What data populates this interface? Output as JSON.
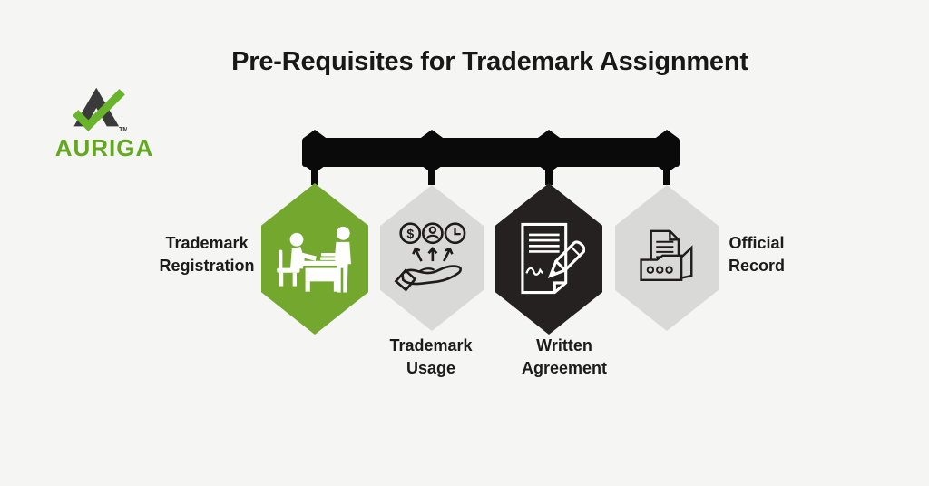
{
  "page": {
    "background": "#f5f5f3"
  },
  "header": {
    "title": "Pre-Requisites for Trademark Assignment",
    "color": "#181818"
  },
  "logo": {
    "brand": "AURIGA",
    "tm": "TM",
    "text_color": "#63a820",
    "mark_color": "#3b3a3a",
    "check_color": "#68b42a"
  },
  "timeline": {
    "color": "#0a0a0a",
    "connector_count": 4
  },
  "label_color": "#1b1b1b",
  "steps": [
    {
      "label": "Trademark Registration",
      "lines": [
        "Trademark",
        "Registration"
      ],
      "label_position": "left",
      "color": "#74a72e",
      "icon": "registration-desk-icon",
      "icon_color": "#ffffff"
    },
    {
      "label": "Trademark Usage",
      "lines": [
        "Trademark",
        "Usage"
      ],
      "label_position": "below",
      "color": "#d9d9d8",
      "icon": "hand-offer-icon",
      "icon_color": "#1d1b1b"
    },
    {
      "label": "Written Agreement",
      "lines": [
        "Written",
        "Agreement"
      ],
      "label_position": "below",
      "color": "#262121",
      "icon": "signed-document-icon",
      "icon_color": "#ffffff"
    },
    {
      "label": "Official Record",
      "lines": [
        "Official",
        "Record"
      ],
      "label_position": "right",
      "color": "#d9d9d8",
      "icon": "archive-record-icon",
      "icon_color": "#1d1b1b"
    }
  ]
}
